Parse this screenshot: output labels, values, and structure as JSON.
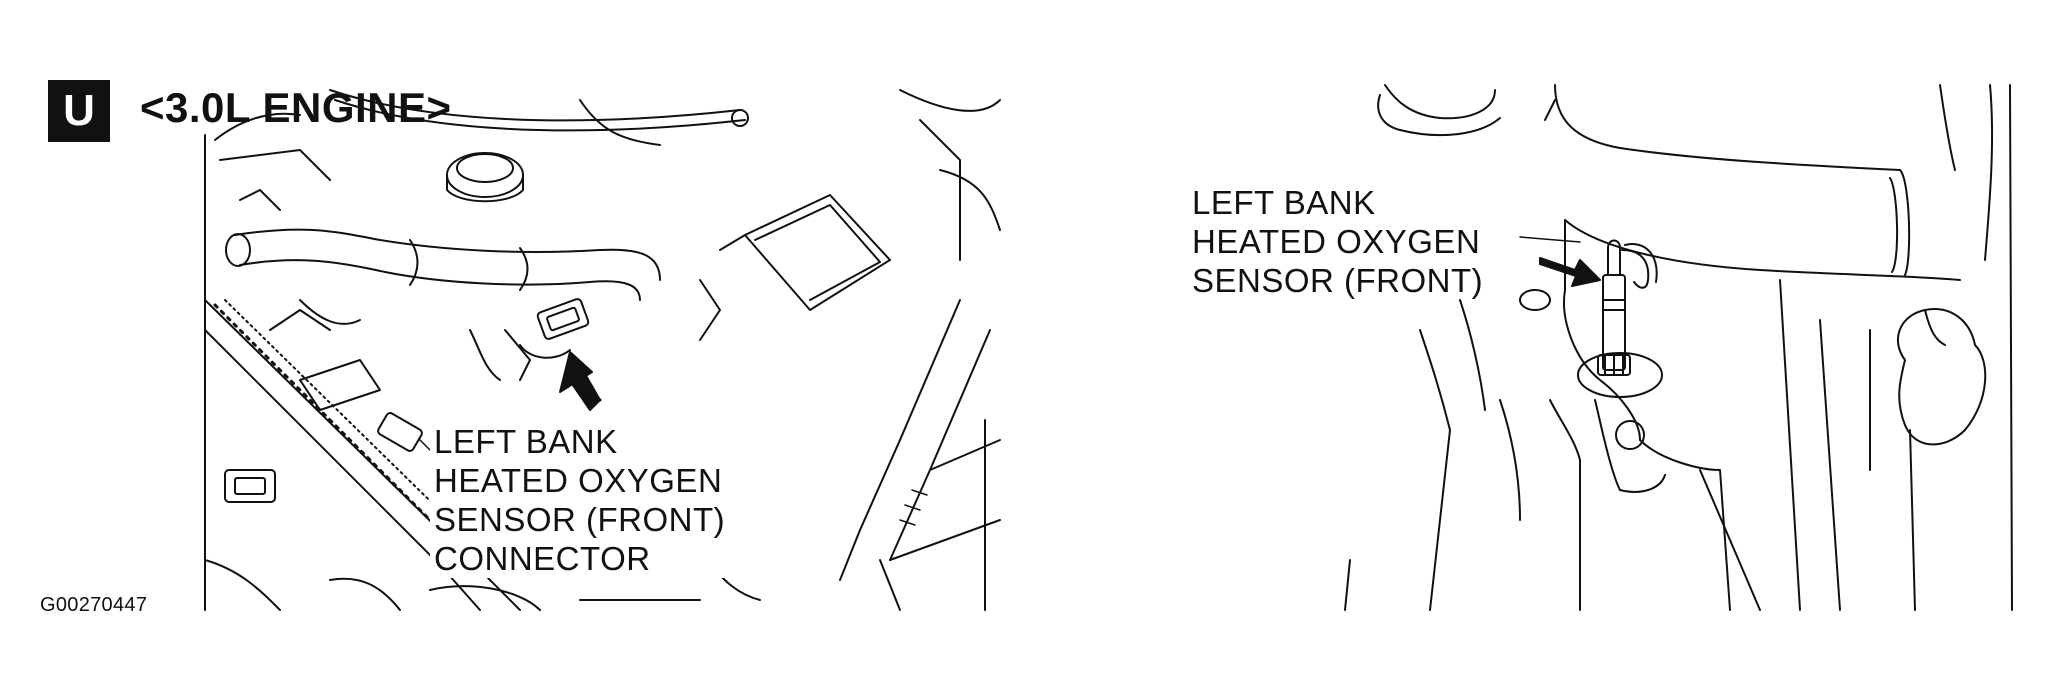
{
  "header": {
    "badge_letter": "U",
    "engine_label": "<3.0L ENGINE>"
  },
  "left_panel": {
    "callout_lines": [
      "LEFT BANK",
      "HEATED OXYGEN",
      "SENSOR (FRONT)",
      "CONNECTOR"
    ]
  },
  "right_panel": {
    "callout_lines": [
      "LEFT BANK",
      "HEATED OXYGEN",
      "SENSOR (FRONT)"
    ]
  },
  "figure_id": "G00270447",
  "colors": {
    "ink": "#111111",
    "background": "#ffffff"
  }
}
